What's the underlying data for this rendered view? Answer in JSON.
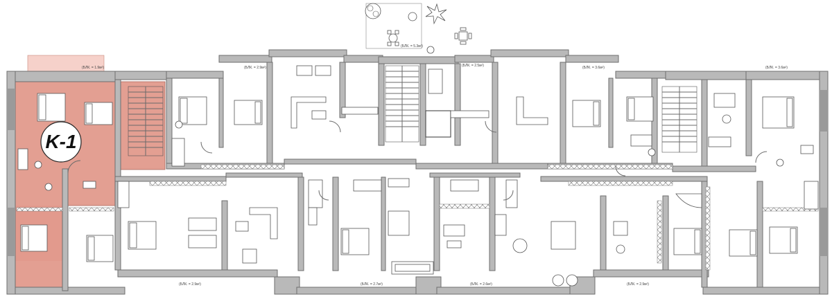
{
  "plan": {
    "highlight_color": "#e29a8d",
    "terrace_color": "#f6d1ca",
    "wall_color": "#b9b9b9",
    "unit": {
      "label": "K-1"
    },
    "balconies": [
      {
        "id": "b1",
        "label": "(БЛК. = 1.9м²)"
      },
      {
        "id": "b2",
        "label": "(БЛК. = 2.9м²)"
      },
      {
        "id": "b3",
        "label": "(БЛК. = 5.3м²)"
      },
      {
        "id": "b4",
        "label": "(БЛК. = 2.5м²)"
      },
      {
        "id": "b5",
        "label": "(БЛК. = 3.6м²)"
      },
      {
        "id": "b6",
        "label": "(БЛК. = 3.6м²)"
      },
      {
        "id": "b7",
        "label": "(БЛК. = 2.9м²)"
      },
      {
        "id": "b8",
        "label": "(БЛК. = 2.7м²)"
      },
      {
        "id": "b9",
        "label": "(БЛК. = 2.6м²)"
      },
      {
        "id": "b10",
        "label": "(БЛК. = 2.9м²)"
      }
    ]
  }
}
